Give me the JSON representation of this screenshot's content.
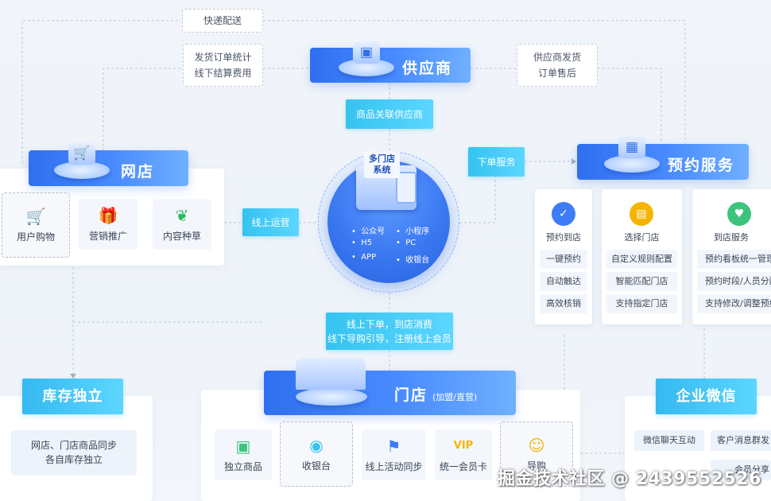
{
  "notes": {
    "express": "快递配送",
    "shipping_line1": "发货订单统计",
    "shipping_line2": "线下结算费用",
    "supplier_ship_line1": "供应商发货",
    "supplier_ship_line2": "订单售后"
  },
  "supplier": {
    "title": "供应商",
    "tag": "商品关联供应商"
  },
  "online_store": {
    "title": "网店",
    "tiles": [
      {
        "icon": "shopping-cart-icon",
        "label": "用户购物"
      },
      {
        "icon": "gift-icon",
        "label": "营销推广"
      },
      {
        "icon": "sprout-icon",
        "label": "内容种草"
      }
    ],
    "tag": "线上运营"
  },
  "hub": {
    "title_line1": "多门店",
    "title_line2": "系统",
    "channels": [
      "公众号",
      "小程序",
      "H5",
      "PC",
      "APP",
      "收银台"
    ]
  },
  "booking": {
    "title": "预约服务",
    "tag": "下单服务",
    "columns": [
      {
        "icon": "calendar-check-icon",
        "color": "#3d7cf5",
        "title": "预约到店",
        "items": [
          "一键预约",
          "自动触达",
          "高效核销"
        ]
      },
      {
        "icon": "store-icon",
        "color": "#f5b400",
        "title": "选择门店",
        "items": [
          "自定义规则配置",
          "智能匹配门店",
          "支持指定门店"
        ]
      },
      {
        "icon": "heart-icon",
        "color": "#3cc47c",
        "title": "到店服务",
        "items": [
          "预约看板统一管理",
          "预约时段/人员分配",
          "支持修改/调整预约"
        ]
      }
    ]
  },
  "store_tag": {
    "line1": "线上下单，到店消费",
    "line2": "线下导购引导，注册线上会员"
  },
  "store": {
    "title": "门店",
    "subtitle": "(加盟/直营)",
    "tiles": [
      {
        "icon": "shopping-bag-icon",
        "color": "#3cc47c",
        "label": "独立商品",
        "dashed": false
      },
      {
        "icon": "cashier-icon",
        "color": "#35c3f0",
        "label": "收银台",
        "dashed": true
      },
      {
        "icon": "flag-icon",
        "color": "#3d7cf5",
        "label": "线上活动同步",
        "dashed": false
      },
      {
        "icon": "vip-card-icon",
        "color": "#f5b400",
        "label": "统一会员卡",
        "dashed": false
      },
      {
        "icon": "smile-icon",
        "color": "#f5b400",
        "label": "导购",
        "dashed": true
      }
    ]
  },
  "inventory": {
    "title": "库存独立",
    "line1": "网店、门店商品同步",
    "line2": "各自库存独立"
  },
  "wecom": {
    "title": "企业微信",
    "items": [
      "微信聊天互动",
      "客户消息群发"
    ],
    "item3": "会员分享"
  },
  "watermark": "掘金技术社区 @ 2439552526"
}
